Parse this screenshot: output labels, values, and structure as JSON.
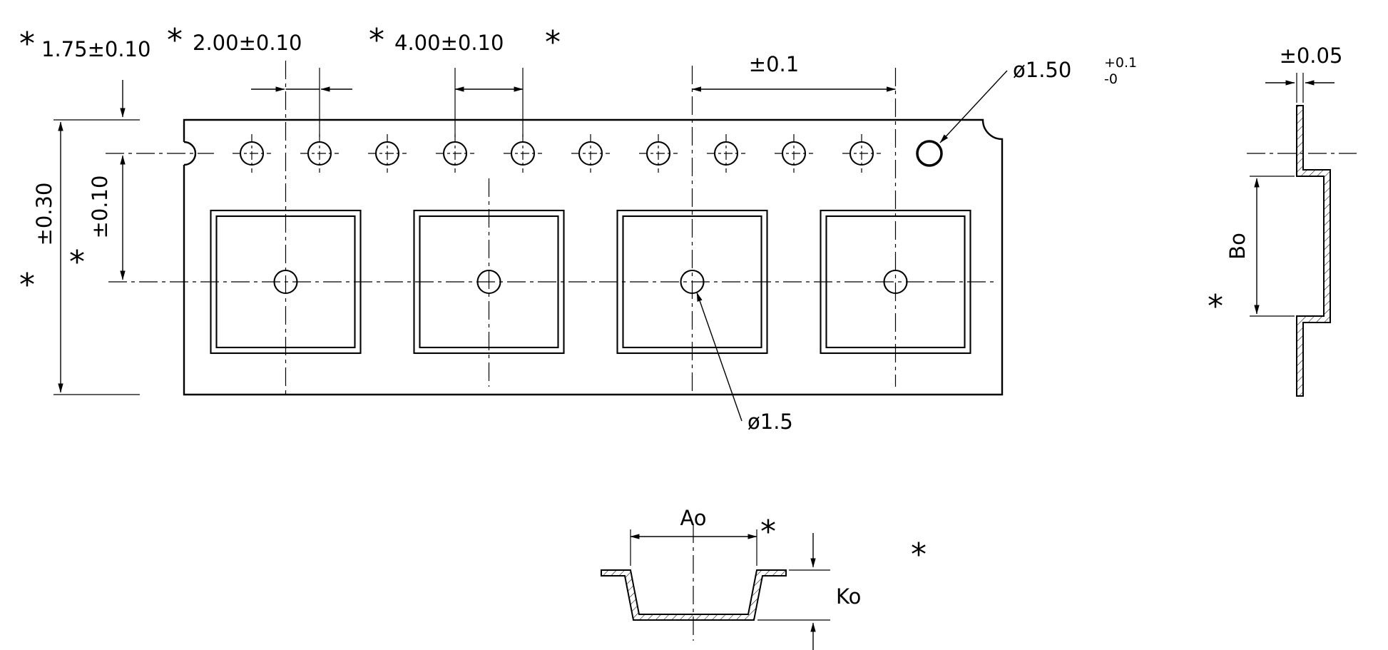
{
  "labels": {
    "asterisk": "*",
    "e_dim": "1.75±0.10",
    "p2_dim": "2.00±0.10",
    "p0_dim": "4.00±0.10",
    "p1_tol": "±0.1",
    "d_dim": "ø1.50",
    "d_tol_plus": "+0.1",
    "d_tol_minus": "-0",
    "w_tol": "±0.30",
    "f_tol": "±0.10",
    "t_tol": "±0.05",
    "bo": "Bo",
    "ao": "Ao",
    "ko": "Ko",
    "pocket_hole_dia": "ø1.5"
  },
  "colors": {
    "line": "#000000",
    "background": "#ffffff"
  }
}
